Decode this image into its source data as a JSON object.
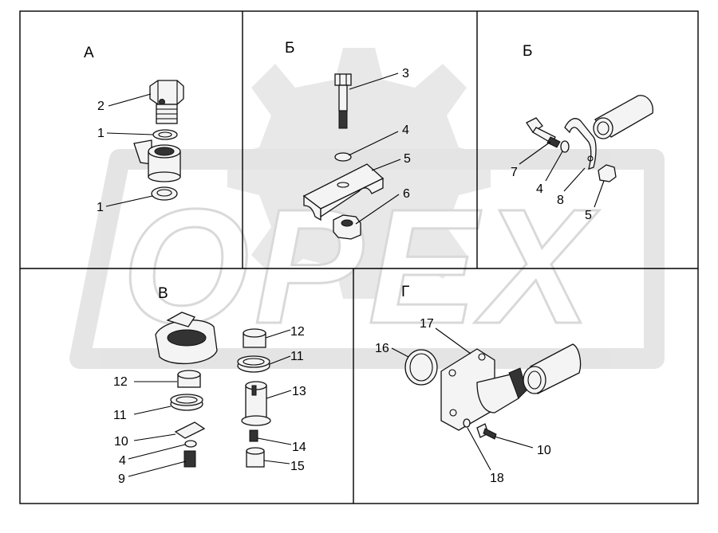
{
  "watermark": {
    "text": "OPEX",
    "color": "#dcdcdc"
  },
  "sections": {
    "a": "А",
    "b1": "Б",
    "b2": "Б",
    "v": "В",
    "g": "Г"
  },
  "callouts": {
    "a_2": "2",
    "a_1_top": "1",
    "a_1_bottom": "1",
    "b1_3": "3",
    "b1_4": "4",
    "b1_5": "5",
    "b1_6": "6",
    "b2_7": "7",
    "b2_4": "4",
    "b2_8": "8",
    "b2_5": "5",
    "v_12_right": "12",
    "v_11_right": "11",
    "v_13": "13",
    "v_14": "14",
    "v_15": "15",
    "v_12_left": "12",
    "v_11_left": "11",
    "v_10": "10",
    "v_4": "4",
    "v_9": "9",
    "g_16": "16",
    "g_17": "17",
    "g_10": "10",
    "g_18": "18"
  }
}
